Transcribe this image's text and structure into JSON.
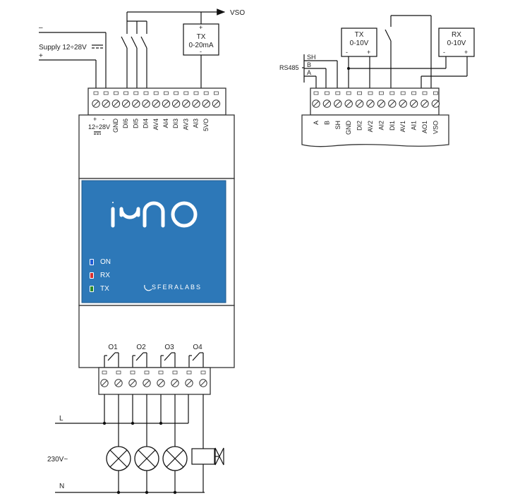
{
  "main": {
    "vso_label": "VSO",
    "supply": {
      "minus": "–",
      "label": "Supply 12÷28V",
      "plus": "+"
    },
    "tx_current": {
      "title": "TX",
      "range": "0-20mA",
      "plus": "+",
      "minus": "-"
    },
    "main_terminals": [
      "12÷28V",
      "GND",
      "DI6",
      "DI5",
      "DI4",
      "AV4",
      "AI4",
      "DI3",
      "AV3",
      "AI3",
      "5VO"
    ],
    "main_term_power": {
      "plus": "+",
      "minus": "-"
    },
    "logo": {
      "brand": "iono",
      "maker": "SFERALABS"
    },
    "leds": [
      {
        "label": "ON",
        "color": "#1e5bd6"
      },
      {
        "label": "RX",
        "color": "#d93030"
      },
      {
        "label": "TX",
        "color": "#2a8a2a"
      }
    ],
    "relays": [
      "O1",
      "O2",
      "O3",
      "O4"
    ],
    "load": {
      "line": "L",
      "neutral": "N",
      "voltage": "230V~"
    }
  },
  "secondary": {
    "rs485_label": "RS485",
    "bus_lines": [
      "SH",
      "B",
      "A"
    ],
    "tx_voltage": {
      "title": "TX",
      "range": "0-10V",
      "minus": "-",
      "plus": "+"
    },
    "rx_voltage": {
      "title": "RX",
      "range": "0-10V",
      "minus": "-",
      "plus": "+"
    },
    "terminals": [
      "A",
      "B",
      "SH",
      "GND",
      "DI2",
      "AV2",
      "AI2",
      "DI1",
      "AV1",
      "AI1",
      "AO1",
      "VSO"
    ]
  },
  "colors": {
    "panel_blue": "#2d78b8",
    "line": "#111111"
  }
}
